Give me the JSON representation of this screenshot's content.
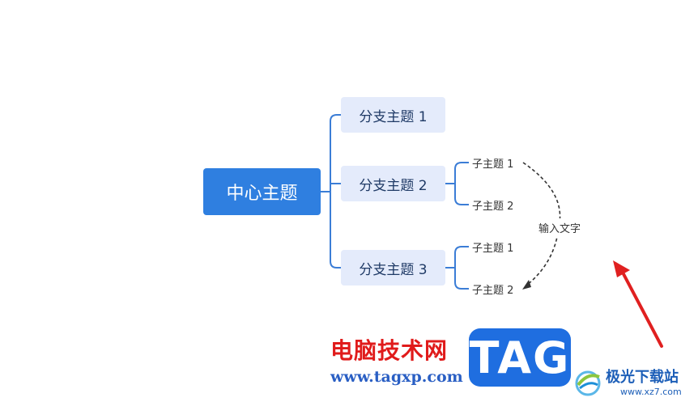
{
  "mindmap": {
    "central": "中心主题",
    "branches": [
      {
        "label": "分支主题 1",
        "children": []
      },
      {
        "label": "分支主题 2",
        "children": [
          "子主题 1",
          "子主题 2"
        ]
      },
      {
        "label": "分支主题 3",
        "children": [
          "子主题 1",
          "子主题 2"
        ]
      }
    ],
    "relationship_label": "输入文字"
  },
  "colors": {
    "accent": "#2f7fe0",
    "branch_bg": "#e4ebfb",
    "connector": "#3b7dd6",
    "arrow": "#e02020"
  },
  "watermark": {
    "site_name": "电脑技术网",
    "site_url": "www.tagxp.com",
    "badge": "TAG",
    "brand_name": "极光下载站",
    "brand_url": "www.xz7.com"
  }
}
